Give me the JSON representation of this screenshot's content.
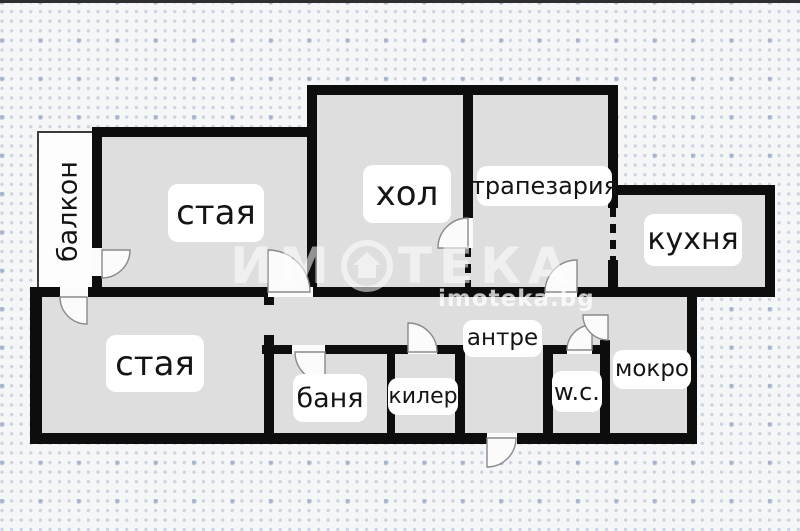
{
  "document": {
    "type": "apartment floor plan",
    "language": "Bulgarian"
  },
  "rooms": {
    "balcony": {
      "label": "балкон"
    },
    "room_top": {
      "label": "стая"
    },
    "living": {
      "label": "хол"
    },
    "dining": {
      "label": "трапезария"
    },
    "kitchen": {
      "label": "кухня"
    },
    "room_bottom": {
      "label": "стая"
    },
    "bath": {
      "label": "баня"
    },
    "closet": {
      "label": "килер"
    },
    "entry": {
      "label": "антре"
    },
    "wc": {
      "label": "w.c."
    },
    "utility": {
      "label": "мокро"
    }
  },
  "watermark": {
    "brand_full": "ИМОТЕКА",
    "brand_prefix": "ИМ",
    "brand_suffix": "ТЕКА",
    "house_icon": "house-in-circle-icon",
    "site": "imoteka.bg"
  },
  "colors": {
    "wall": "#0d0d0d",
    "floor": "#dedede",
    "balcony_floor": "#fdfdfd",
    "label_background": "#ffffff",
    "page_background": "#f5f6f8",
    "watermark_text": "rgba(255,255,255,0.55)",
    "watermark_site_text": "rgba(255,255,255,0.75)",
    "dot_grid": "#b7c2d8"
  }
}
